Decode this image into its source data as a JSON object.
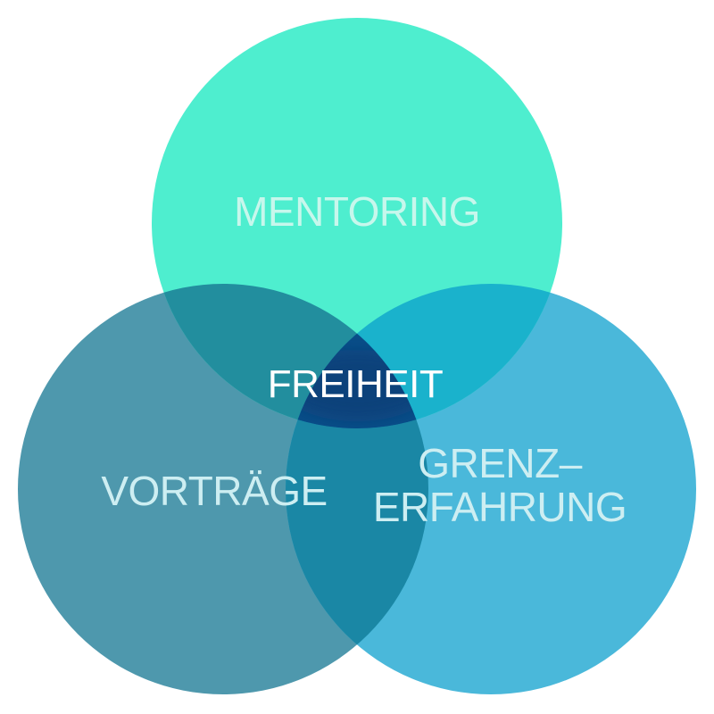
{
  "diagram": {
    "circles": [
      {
        "id": "top",
        "label": "MENTORING",
        "color": "#4eeecf"
      },
      {
        "id": "left",
        "label": "VORTRÄGE",
        "color": "#4e98ad"
      },
      {
        "id": "right",
        "label_lines": [
          "GRENZ–",
          "ERFAHRUNG"
        ],
        "color": "#4ab8da"
      }
    ],
    "overlaps": {
      "top_left": "#228e9e",
      "top_right": "#1ab2cc",
      "left_right": "#1a87a5",
      "center": "#0a4f8a"
    },
    "center_label": "FREIHEIT",
    "center_glow_color": "#0b3f78"
  }
}
